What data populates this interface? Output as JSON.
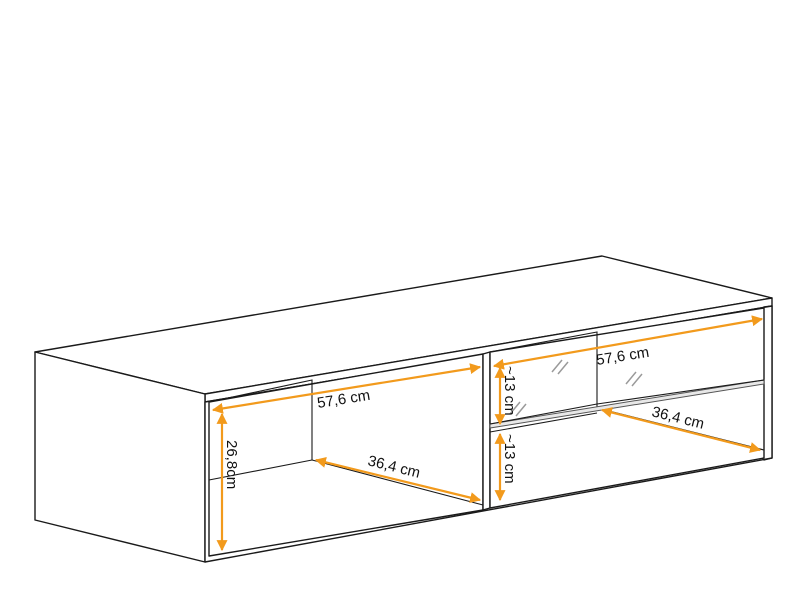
{
  "colors": {
    "dimension": "#f29a1c",
    "outline": "#1a1a1a"
  },
  "dimensions": {
    "left_width": "57,6 cm",
    "left_height": "26,8cm",
    "left_depth": "36,4 cm",
    "right_width": "57,6 cm",
    "right_upper_height": "~13 cm",
    "right_lower_height": "~13 cm",
    "right_depth": "36,4 cm"
  }
}
